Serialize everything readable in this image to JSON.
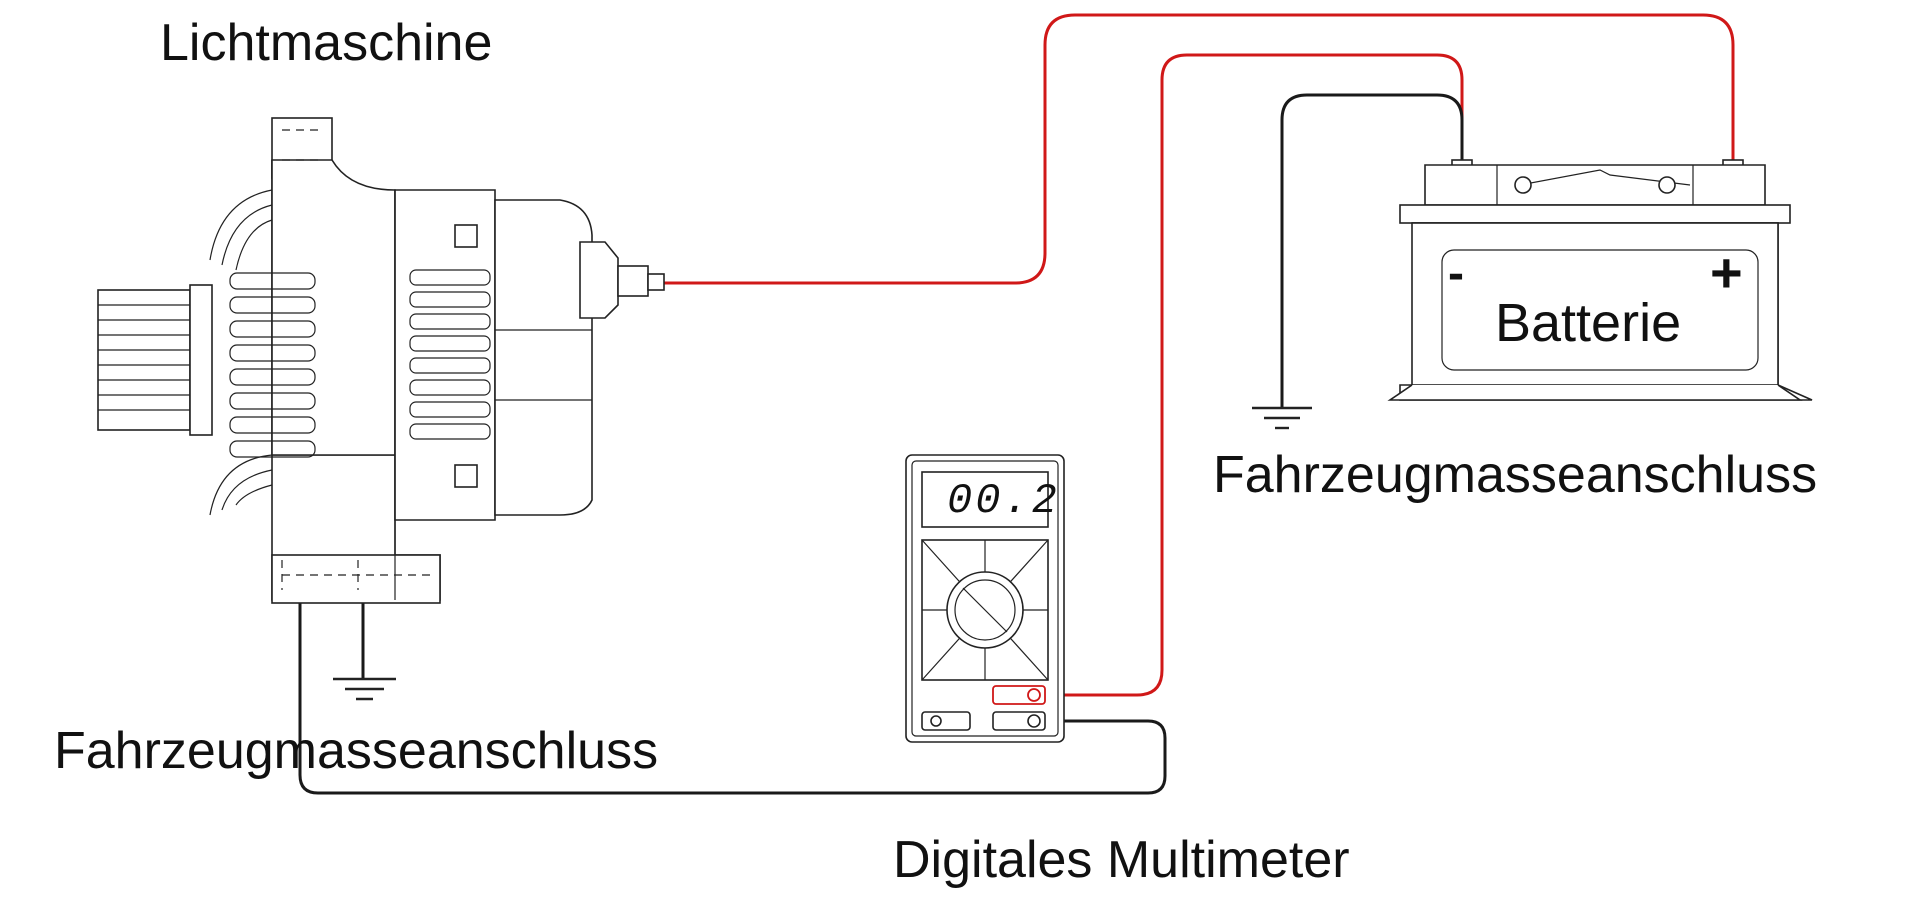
{
  "labels": {
    "alternator": "Lichtmaschine",
    "ground_alternator": "Fahrzeugmasseanschluss",
    "ground_battery": "Fahrzeugmasseanschluss",
    "multimeter": "Digitales Multimeter",
    "battery": "Batterie",
    "battery_minus": "-",
    "battery_plus": "+"
  },
  "multimeter": {
    "display_value": "00.2"
  },
  "colors": {
    "positive_wire": "#d01818",
    "negative_wire": "#1a1a1a",
    "outline": "#222222"
  },
  "icons": [
    "alternator-icon",
    "battery-icon",
    "multimeter-icon",
    "ground-symbol-icon"
  ]
}
